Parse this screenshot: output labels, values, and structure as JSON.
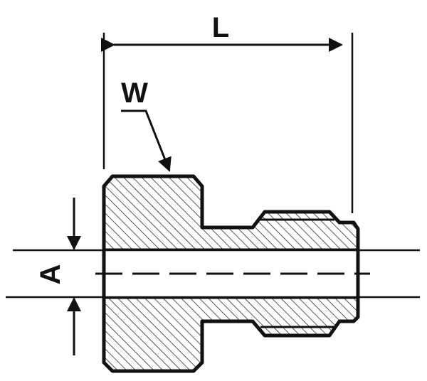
{
  "labels": {
    "length": "L",
    "wrench": "W",
    "bore": "A"
  },
  "colors": {
    "ink": "#111111",
    "fill": "#ffffff"
  }
}
